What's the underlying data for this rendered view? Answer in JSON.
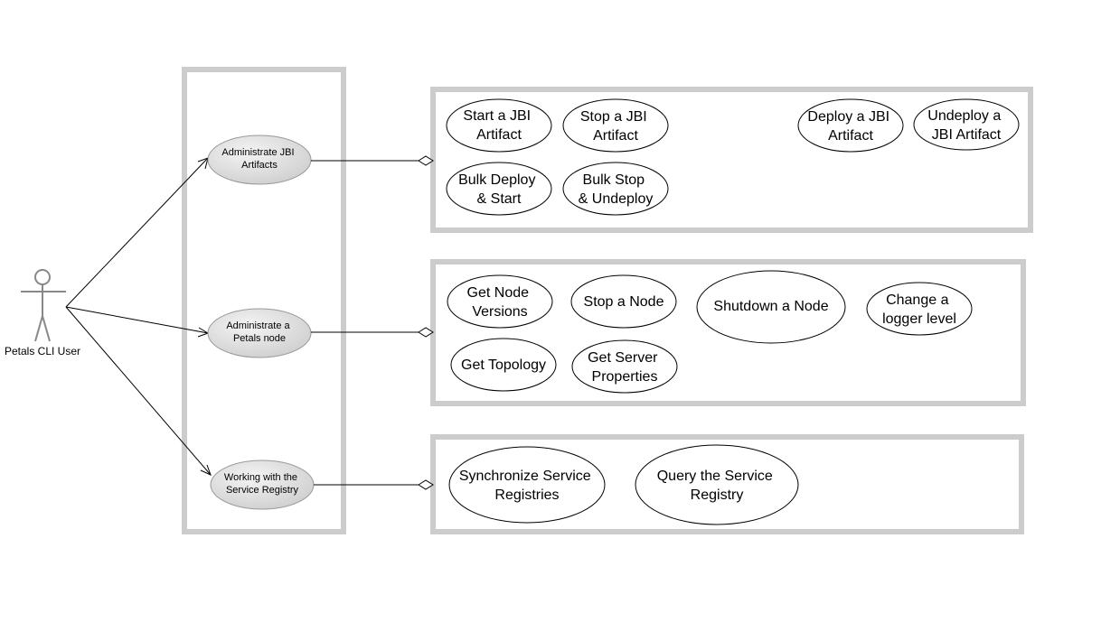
{
  "actor": {
    "label": "Petals CLI User"
  },
  "categories": [
    {
      "label_lines": [
        "Administrate JBI",
        "Artifacts"
      ],
      "use_cases": [
        {
          "lines": [
            "Start a JBI",
            "Artifact"
          ]
        },
        {
          "lines": [
            "Stop a JBI",
            "Artifact"
          ]
        },
        {
          "lines": [
            "Deploy a JBI",
            "Artifact"
          ]
        },
        {
          "lines": [
            "Undeploy a",
            "JBI Artifact"
          ]
        },
        {
          "lines": [
            "Bulk Deploy",
            "& Start"
          ]
        },
        {
          "lines": [
            "Bulk Stop",
            "& Undeploy"
          ]
        }
      ]
    },
    {
      "label_lines": [
        "Administrate a",
        "Petals node"
      ],
      "use_cases": [
        {
          "lines": [
            "Get Node",
            "Versions"
          ]
        },
        {
          "lines": [
            "Stop a Node"
          ]
        },
        {
          "lines": [
            "Shutdown a Node"
          ]
        },
        {
          "lines": [
            "Change a",
            "logger level"
          ]
        },
        {
          "lines": [
            "Get Topology"
          ]
        },
        {
          "lines": [
            "Get Server",
            "Properties"
          ]
        }
      ]
    },
    {
      "label_lines": [
        "Working with the",
        "Service Registry"
      ],
      "use_cases": [
        {
          "lines": [
            "Synchronize Service",
            "Registries"
          ]
        },
        {
          "lines": [
            "Query the Service",
            "Registry"
          ]
        }
      ]
    }
  ],
  "colors": {
    "box_border": "#cccccc",
    "actor_stroke": "#888888",
    "grey_fill_light": "#f2f2f2",
    "grey_fill_dark": "#cfcfcf"
  }
}
